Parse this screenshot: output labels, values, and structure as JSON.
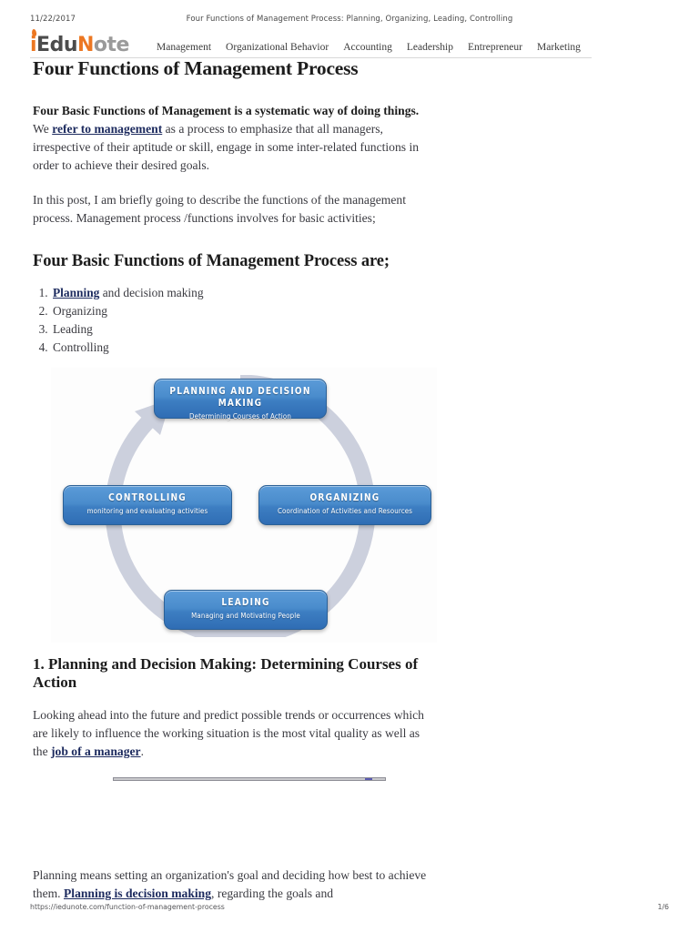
{
  "print_header": {
    "date": "11/22/2017",
    "title": "Four Functions of Management Process: Planning, Organizing, Leading, Controlling"
  },
  "site": {
    "logo": {
      "part_i": "i",
      "part_edu": "Edu",
      "part_n": "N",
      "part_ote": "ote"
    },
    "nav": [
      {
        "label": "Management"
      },
      {
        "label": "Organizational Behavior"
      },
      {
        "label": "Accounting"
      },
      {
        "label": "Leadership"
      },
      {
        "label": "Entrepreneur"
      },
      {
        "label": "Marketing"
      }
    ]
  },
  "article": {
    "title": "Four Functions of Management Process",
    "intro": {
      "lead_bold": "Four Basic Functions of Management is a systematic way of doing things.",
      "after_lead": " We ",
      "link": "refer to management",
      "rest": " as a process to emphasize that all managers, irrespective of their aptitude or skill, engage in some inter-related functions in order to achieve their desired goals."
    },
    "paragraph_2": "In this post, I am briefly going to describe the functions of the management process. Management process /functions involves for basic activities;",
    "subheading": "Four Basic Functions of Management Process are;",
    "function_list": [
      {
        "link": "Planning",
        "text": " and decision making"
      },
      {
        "link": "",
        "text": "Organizing"
      },
      {
        "link": "",
        "text": "Leading"
      },
      {
        "link": "",
        "text": "Controlling"
      }
    ],
    "section_1_title": "1. Planning and Decision Making: Determining Courses of Action",
    "section_1_paragraph": {
      "before": "Looking ahead into the future and predict possible trends or occurrences which are likely to influence the working situation is the most vital quality as well as the ",
      "link": "job of a manager",
      "after": "."
    },
    "section_1_paragraph_2": {
      "before": "Planning means setting an organization's goal and deciding how best to achieve them. ",
      "link": "Planning is decision making",
      "after": ", regarding the goals and"
    }
  },
  "diagram": {
    "alt": "Four functions of management process cycle diagram",
    "node_color": "#4a8ccc",
    "arrow_color": "#ccd0dd",
    "nodes": [
      {
        "id": "planning",
        "title": "PLANNING AND DECISION MAKING",
        "subtitle": "Determining Courses of Action"
      },
      {
        "id": "organizing",
        "title": "ORGANIZING",
        "subtitle": "Coordination of Activities and Resources"
      },
      {
        "id": "leading",
        "title": "LEADING",
        "subtitle": "Managing and Motivating People"
      },
      {
        "id": "controlling",
        "title": "CONTROLLING",
        "subtitle": "monitoring and evaluating activities"
      }
    ]
  },
  "print_footer": {
    "url": "https://iedunote.com/function-of-management-process",
    "page": "1/6"
  }
}
